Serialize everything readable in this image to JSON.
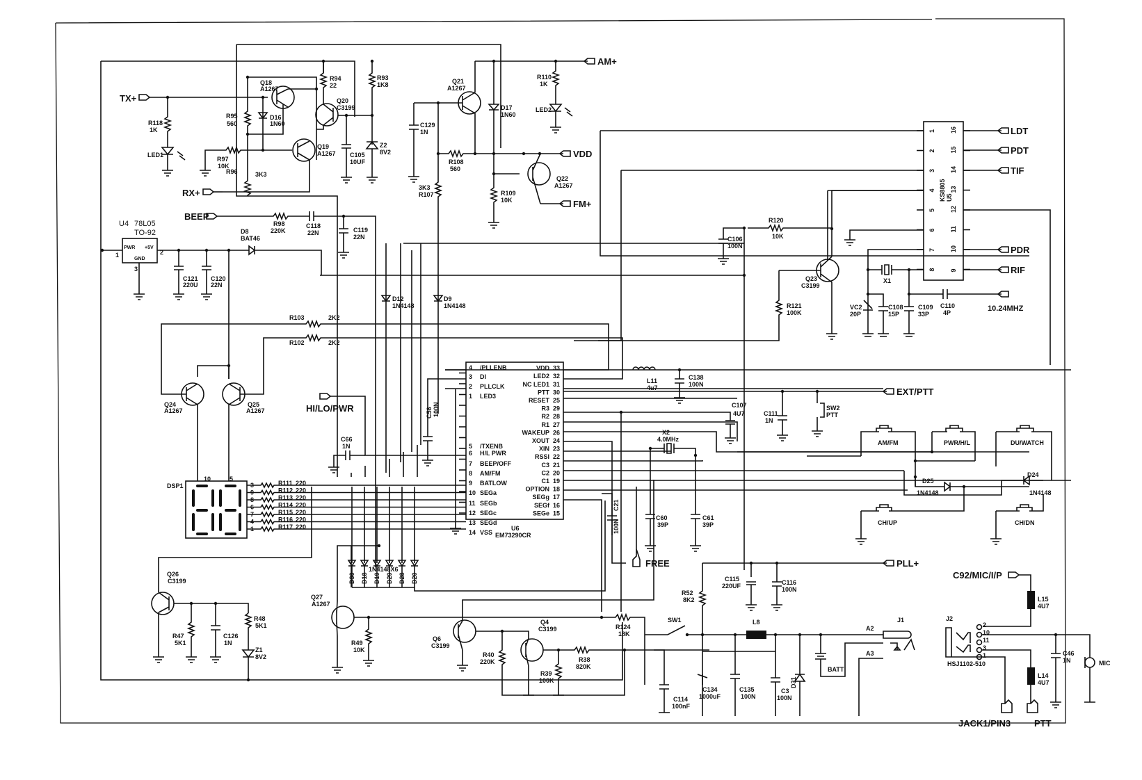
{
  "ports": {
    "tx": "TX+",
    "rx": "RX+",
    "beep": "BEEP",
    "am": "AM+",
    "vdd": "VDD",
    "fm": "FM+",
    "ldt": "LDT",
    "pdt": "PDT",
    "tif": "TIF",
    "pdr": "PDR",
    "rif": "RIF",
    "ref": "10.24MHZ",
    "hilo": "HI/LO/PWR",
    "ext_ptt": "EXT/PTT",
    "free": "FREE",
    "pll": "PLL+",
    "mic_in": "C92/MIC/I/P",
    "jack1": "JACK1/PIN3",
    "ptt": "PTT"
  },
  "regulator": {
    "ref": "U4",
    "part": "78L05",
    "pkg": "TO-92",
    "pin_in": "PWR",
    "pin_out": "+5V",
    "pin_gnd": "GND",
    "p1": "1",
    "p2": "2",
    "p3": "3"
  },
  "transistors": {
    "q18": [
      "Q18",
      "A1267"
    ],
    "q19": [
      "Q19",
      "A1267"
    ],
    "q20": [
      "Q20",
      "C3199"
    ],
    "q21": [
      "Q21",
      "A1267"
    ],
    "q22": [
      "Q22",
      "A1267"
    ],
    "q23": [
      "Q23",
      "C3199"
    ],
    "q24": [
      "Q24",
      "A1267"
    ],
    "q25": [
      "Q25",
      "A1267"
    ],
    "q26": [
      "Q26",
      "C3199"
    ],
    "q27": [
      "Q27",
      "A1267"
    ],
    "q6": [
      "Q6",
      "C3199"
    ],
    "q4": [
      "Q4",
      "C3199"
    ]
  },
  "resistors": {
    "r118": [
      "R118",
      "1K"
    ],
    "r95": [
      "R95",
      "560"
    ],
    "r97": [
      "R97",
      "10K"
    ],
    "r96": [
      "R96",
      "3K3"
    ],
    "r94": [
      "R94",
      "22"
    ],
    "r93": [
      "R93",
      "1K8"
    ],
    "r110": [
      "R110",
      "1K"
    ],
    "r108": [
      "R108",
      "560"
    ],
    "r107": [
      "R107",
      "3K3"
    ],
    "r109": [
      "R109",
      "10K"
    ],
    "r98": [
      "R98",
      "220K"
    ],
    "r120": [
      "R120",
      "10K"
    ],
    "r121": [
      "R121",
      "100K"
    ],
    "r103": [
      "R103",
      "2K2"
    ],
    "r102": [
      "R102",
      "2K2"
    ],
    "r47": [
      "R47",
      "5K1"
    ],
    "r48": [
      "R48",
      "5K1"
    ],
    "r49": [
      "R49",
      "10K"
    ],
    "r40": [
      "R40",
      "220K"
    ],
    "r39": [
      "R39",
      "100K"
    ],
    "r38": [
      "R38",
      "820K"
    ],
    "r124": [
      "R124",
      "18K"
    ],
    "r52": [
      "R52",
      "8K2"
    ]
  },
  "display_resistors": [
    {
      "ref": "R111",
      "val": "220",
      "pin": "3"
    },
    {
      "ref": "R112",
      "val": "220",
      "pin": "9"
    },
    {
      "ref": "R113",
      "val": "220",
      "pin": "8"
    },
    {
      "ref": "R114",
      "val": "220",
      "pin": "6"
    },
    {
      "ref": "R115",
      "val": "220",
      "pin": "7"
    },
    {
      "ref": "R116",
      "val": "220",
      "pin": "4"
    },
    {
      "ref": "R117",
      "val": "220",
      "pin": "1"
    }
  ],
  "capacitors": {
    "c129": [
      "C129",
      "1N"
    ],
    "c105": [
      "C105",
      "10UF"
    ],
    "c118": [
      "C118",
      "22N"
    ],
    "c119": [
      "C119",
      "22N"
    ],
    "c121": [
      "C121",
      "220U"
    ],
    "c120": [
      "C120",
      "22N"
    ],
    "c106": [
      "C106",
      "100N"
    ],
    "c108": [
      "C108",
      "15P"
    ],
    "c109": [
      "C109",
      "33P"
    ],
    "c110": [
      "C110",
      "4P"
    ],
    "c58": [
      "C58",
      "100N"
    ],
    "c138": [
      "C138",
      "100N"
    ],
    "c107": [
      "C107",
      "4U7"
    ],
    "c111": [
      "C111",
      "1N"
    ],
    "c66": [
      "C66",
      "1N"
    ],
    "c21": [
      "C21",
      "100N"
    ],
    "c60": [
      "C60",
      "39P"
    ],
    "c61": [
      "C61",
      "39P"
    ],
    "c126": [
      "C126",
      "1N"
    ],
    "c115": [
      "C115",
      "220UF"
    ],
    "c116": [
      "C116",
      "100N"
    ],
    "c114": [
      "C114",
      "100nF"
    ],
    "c134": [
      "C134",
      "1000uF"
    ],
    "c135": [
      "C135",
      "100N"
    ],
    "c3": [
      "C3",
      "100N"
    ],
    "c46": [
      "C46",
      "1N"
    ],
    "vc2": [
      "VC2",
      "20P"
    ]
  },
  "diodes": {
    "d16": [
      "D16",
      "1N60"
    ],
    "d17": [
      "D17",
      "1N60"
    ],
    "d8": [
      "D8",
      "BAT46"
    ],
    "d12": [
      "D12",
      "1N4148"
    ],
    "d9": [
      "D9",
      "1N4148"
    ],
    "d25": [
      "D25",
      "1N4148"
    ],
    "d24": [
      "D24",
      "1N4148"
    ],
    "d31": [
      "D31",
      ""
    ],
    "z1": [
      "Z1",
      "8V2"
    ],
    "z2": [
      "Z2",
      "8V2"
    ],
    "led1": "LED1",
    "led2": "LED2",
    "array": [
      "D30",
      "D18",
      "D19",
      "D29",
      "D28",
      "D20"
    ],
    "array_part": "1N4148X6"
  },
  "inductors": {
    "l11": [
      "L11",
      "4u7"
    ],
    "l8": [
      "L8",
      ""
    ],
    "l15": [
      "L15",
      "4U7"
    ],
    "l14": [
      "L14",
      "4U7"
    ]
  },
  "crystals": {
    "x1": [
      "X1",
      ""
    ],
    "x2": [
      "X2",
      "4.0MHz"
    ]
  },
  "switches": {
    "sw1": "SW1",
    "sw2": [
      "SW2",
      "PTT"
    ],
    "am_fm": "AM/FM",
    "pwr_hl": "PWR/H/L",
    "du_watch": "DU/WATCH",
    "ch_up": "CH/UP",
    "ch_dn": "CH/DN"
  },
  "u5": {
    "ref": "U5",
    "part": "KS8805",
    "left_pins": [
      "1",
      "2",
      "3",
      "4",
      "5",
      "6",
      "7",
      "8"
    ],
    "right_pins": [
      "16",
      "15",
      "14",
      "13",
      "12",
      "11",
      "10",
      "9"
    ]
  },
  "u6": {
    "ref": "U6",
    "part": "EM73290CR",
    "left_pins": [
      [
        "4",
        "/PLLENB"
      ],
      [
        "3",
        "DI"
      ],
      [
        "2",
        "PLLCLK"
      ],
      [
        "1",
        "LED3"
      ],
      [
        "5",
        "/TXENB"
      ],
      [
        "6",
        "H/L PWR"
      ],
      [
        "7",
        "BEEP/OFF"
      ],
      [
        "8",
        "AM/FM"
      ],
      [
        "9",
        "BATLOW"
      ],
      [
        "10",
        "SEGa"
      ],
      [
        "11",
        "SEGb"
      ],
      [
        "12",
        "SEGc"
      ],
      [
        "13",
        "SEGd"
      ],
      [
        "14",
        "VSS"
      ]
    ],
    "right_pins": [
      [
        "VDD",
        "33"
      ],
      [
        "LED2",
        "32"
      ],
      [
        "NC LED1",
        "31"
      ],
      [
        "PTT",
        "30"
      ],
      [
        "RESET",
        "25"
      ],
      [
        "R3",
        "29"
      ],
      [
        "R2",
        "28"
      ],
      [
        "R1",
        "27"
      ],
      [
        "WAKEUP",
        "26"
      ],
      [
        "XOUT",
        "24"
      ],
      [
        "XIN",
        "23"
      ],
      [
        "RSSI",
        "22"
      ],
      [
        "C3",
        "21"
      ],
      [
        "C2",
        "20"
      ],
      [
        "C1",
        "19"
      ],
      [
        "OPTION",
        "18"
      ],
      [
        "SEGg",
        "17"
      ],
      [
        "SEGf",
        "16"
      ],
      [
        "SEGe",
        "15"
      ]
    ]
  },
  "display": {
    "ref": "DSP1",
    "pin_a": "10",
    "pin_b": "5"
  },
  "jacks": {
    "j1": "J1",
    "a2": "A2",
    "a3": "A3",
    "batt": "BATT",
    "j2": "J2",
    "j2_part": "HSJ1102-510",
    "j2_pins": [
      "2",
      "10",
      "11",
      "3",
      "1"
    ],
    "mic": "MIC"
  }
}
